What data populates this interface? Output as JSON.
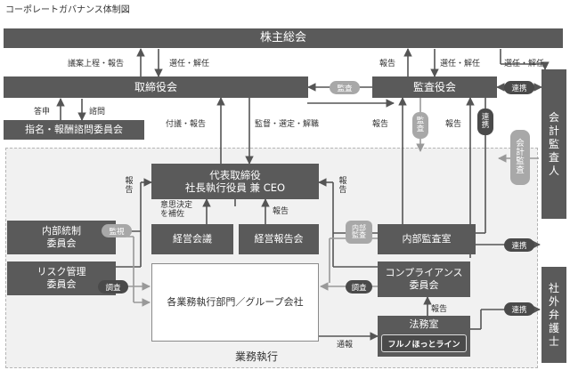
{
  "header": {
    "title": "コーポレートガバナンス体制図"
  },
  "nodes": {
    "shareholders": "株主総会",
    "board": "取締役会",
    "audit_board": "監査役会",
    "nomination": "指名・報酬諮問委員会",
    "ceo_line1": "代表取締役",
    "ceo_line2": "社長執行役員 兼 CEO",
    "mgmt_meeting": "経営会議",
    "mgmt_report": "経営報告会",
    "internal_control": "内部統制\n委員会",
    "risk_mgmt": "リスク管理\n委員会",
    "business_units": "各業務執行部門／グループ会社",
    "internal_audit": "内部監査室",
    "compliance": "コンプライアンス\n委員会",
    "legal": "法務室",
    "hotline": "フルノほっとライン",
    "execution": "業務執行",
    "accounting_auditor": [
      "会",
      "計",
      "監",
      "査",
      "人"
    ],
    "external_lawyer": [
      "社",
      "外",
      "弁",
      "護",
      "士"
    ]
  },
  "labels": {
    "agenda_report": "議案上程・報告",
    "elect_dismiss_1": "選任・解任",
    "report_1": "報告",
    "elect_dismiss_2": "選任・解任",
    "elect_dismiss_3": "選任・解任",
    "reply": "答申",
    "consult": "諮問",
    "refer_report": "付議・報告",
    "supervise_elect": "監督・選定・解職",
    "report_2": "報告",
    "report_3": "報告",
    "report_v1": "報告",
    "report_v2": "報告",
    "decision_support": "意思決定\nを補佐",
    "report_4": "報告",
    "report_5": "報告",
    "notify": "通報"
  },
  "pills": {
    "audit": "監査",
    "audit_v": [
      "監",
      "査"
    ],
    "coop_1": "連携",
    "coop_v": [
      "連",
      "携"
    ],
    "accounting_audit_v": [
      "会",
      "計",
      "監",
      "査"
    ],
    "monitor": "監視",
    "internal_audit_small": "内部\n監査",
    "investigate_1": "調査",
    "investigate_2": "調査",
    "coop_2": "連携",
    "coop_3": "連携"
  }
}
